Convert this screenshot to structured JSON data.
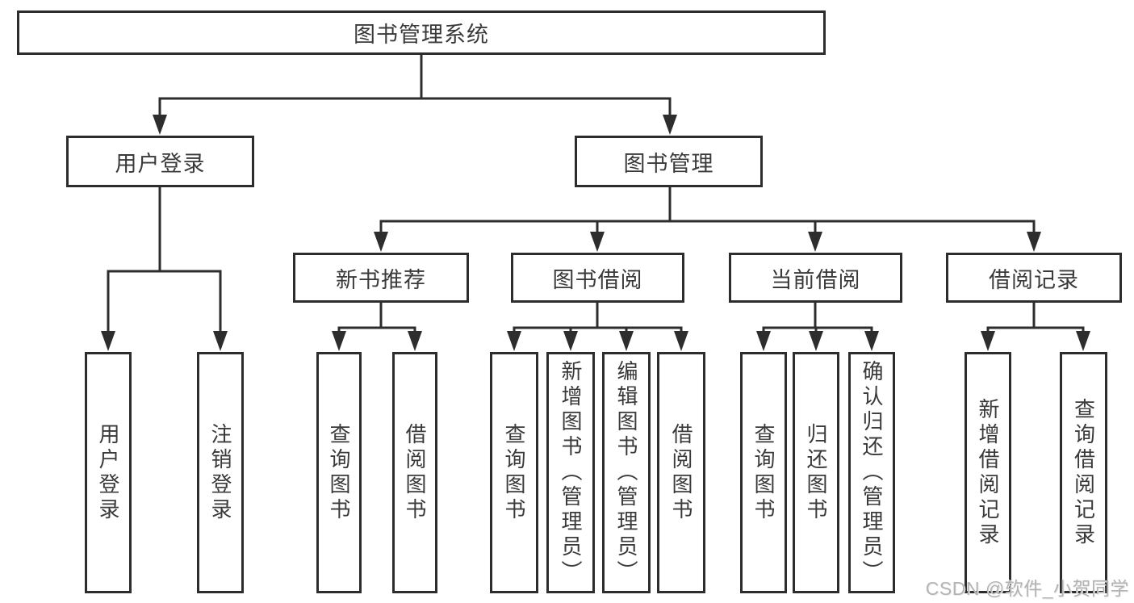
{
  "diagram_type": "hierarchy-tree",
  "colors": {
    "line": "#2d2d2d",
    "box_border": "#2d2d2d",
    "text": "#3a3a3a",
    "background": "#ffffff",
    "watermark": "#b3b3b3"
  },
  "watermark": "CSDN @软件_小贺同学",
  "tree": {
    "label": "图书管理系统",
    "children": [
      {
        "label": "用户登录",
        "children": [
          {
            "label": "用户登录"
          },
          {
            "label": "注销登录"
          }
        ]
      },
      {
        "label": "图书管理",
        "children": [
          {
            "label": "新书推荐",
            "children": [
              {
                "label": "查询图书"
              },
              {
                "label": "借阅图书"
              }
            ]
          },
          {
            "label": "图书借阅",
            "children": [
              {
                "label": "查询图书"
              },
              {
                "label": "新增图书（管理员）"
              },
              {
                "label": "编辑图书（管理员）"
              },
              {
                "label": "借阅图书"
              }
            ]
          },
          {
            "label": "当前借阅",
            "children": [
              {
                "label": "查询图书"
              },
              {
                "label": "归还图书"
              },
              {
                "label": "确认归还（管理员）"
              }
            ]
          },
          {
            "label": "借阅记录",
            "children": [
              {
                "label": "新增借阅记录"
              },
              {
                "label": "查询借阅记录"
              }
            ]
          }
        ]
      }
    ]
  }
}
